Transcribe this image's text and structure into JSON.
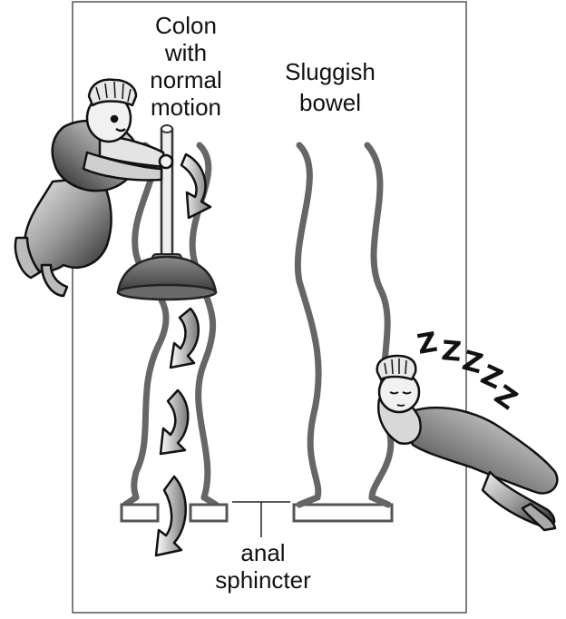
{
  "labels": {
    "colon_line1": "Colon",
    "colon_line2": "with",
    "colon_line3": "normal",
    "colon_line4": "motion",
    "sluggish_line1": "Sluggish",
    "sluggish_line2": "bowel",
    "anal_line1": "anal",
    "anal_line2": "sphincter",
    "snore": [
      "Z",
      "Z",
      "Z",
      "Z",
      "Z"
    ]
  }
}
